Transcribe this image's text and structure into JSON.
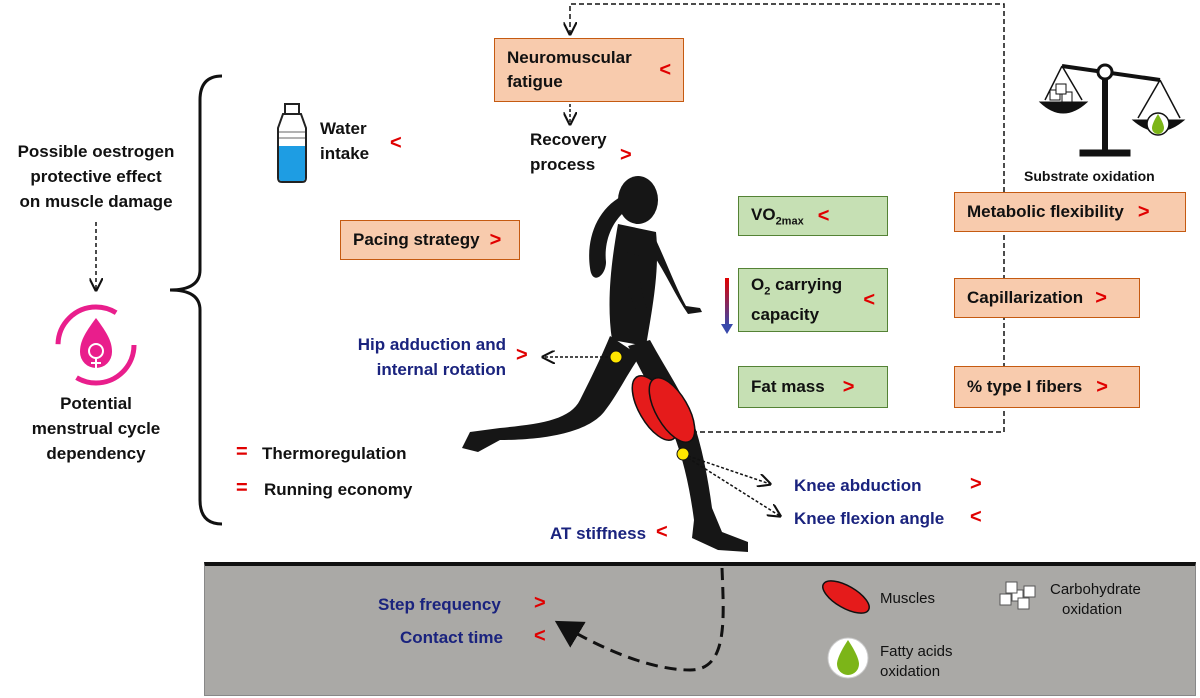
{
  "colors": {
    "orange_box": "#f8cbad",
    "green_box": "#c6e0b4",
    "navy_text": "#1a237e",
    "red_symbol": "#e00000",
    "ground": "#aaa9a6",
    "magenta_icon": "#e91e8c"
  },
  "left": {
    "oestrogen_line1": "Possible oestrogen",
    "oestrogen_line2": "protective effect",
    "oestrogen_line3": "on muscle damage",
    "menstrual_line1": "Potential",
    "menstrual_line2": "menstrual cycle",
    "menstrual_line3": "dependency"
  },
  "items": {
    "water_line1": "Water",
    "water_line2": "intake",
    "water_sym": "<",
    "pacing": "Pacing strategy",
    "pacing_sym": ">",
    "neuro_line1": "Neuromuscular",
    "neuro_line2": "fatigue",
    "neuro_sym": "<",
    "recovery_line1": "Recovery",
    "recovery_line2": "process",
    "recovery_sym": ">",
    "hip_line1": "Hip adduction and",
    "hip_line2": "internal rotation",
    "hip_sym": ">",
    "thermo_sym": "=",
    "thermo": "Thermoregulation",
    "economy_sym": "=",
    "economy": "Running economy",
    "vo2_main": "VO",
    "vo2_sub": "2max",
    "vo2_sym": "<",
    "o2_main": "O",
    "o2_sub": "2",
    "o2_rest": " carrying",
    "o2_line2": "capacity",
    "o2_sym": "<",
    "fat": "Fat mass",
    "fat_sym": ">",
    "metabolic": "Metabolic flexibility",
    "metabolic_sym": ">",
    "capill": "Capillarization",
    "capill_sym": ">",
    "fibers": "% type I fibers",
    "fibers_sym": ">",
    "substrate": "Substrate oxidation",
    "knee_abd": "Knee abduction",
    "knee_abd_sym": ">",
    "knee_flex": "Knee flexion angle",
    "knee_flex_sym": "<",
    "at": "AT stiffness",
    "at_sym": "<",
    "step": "Step frequency",
    "step_sym": ">",
    "contact": "Contact time",
    "contact_sym": "<"
  },
  "legend": {
    "muscles": "Muscles",
    "carb_line1": "Carbohydrate",
    "carb_line2": "oxidation",
    "fatty_line1": "Fatty acids",
    "fatty_line2": "oxidation"
  },
  "icons": [
    "water-bottle-icon",
    "female-cycle-icon",
    "runner-silhouette",
    "scale-icon",
    "sugar-cubes-icon",
    "oil-drop-icon",
    "muscle-ellipse-icon"
  ]
}
